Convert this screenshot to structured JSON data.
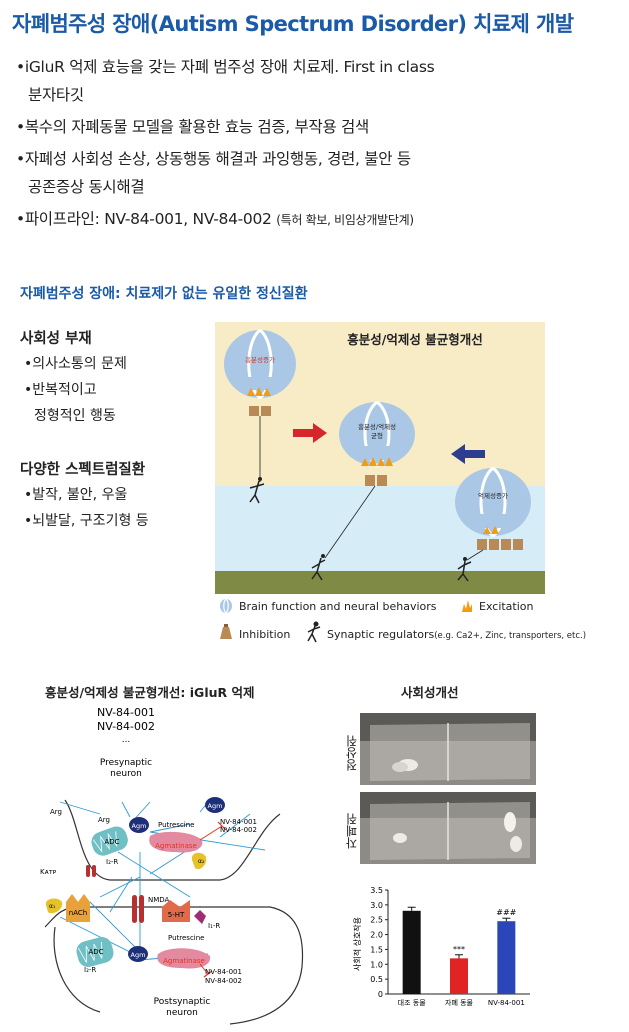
{
  "title": "자폐범주성 장애(Autism Spectrum Disorder) 치료제 개발",
  "bullets": {
    "b1_line1": "iGluR 억제 효능을 갖는 자폐 범주성 장애 치료제. First in class",
    "b1_line2": "분자타깃",
    "b2": "복수의 자폐동물 모델을 활용한 효능 검증, 부작용 검색",
    "b3_line1": "자폐성 사회성 손상, 상동행동 해결과 과잉행동, 경련, 불안 등",
    "b3_line2": "공존증상 동시해결",
    "b4_main": "파이프라인: NV-84-001, NV-84-002",
    "b4_note": "(특허 확보, 비임상개발단계)"
  },
  "section2_heading": "자폐범주성 장애: 치료제가 없는 유일한 정신질환",
  "left_list": {
    "h1": "사회성 부재",
    "h1_items": [
      "의사소통의 문제",
      "반복적이고",
      "정형적인 행동"
    ],
    "h2": "다양한 스펙트럼질환",
    "h2_items": [
      "발작, 불안, 우울",
      "뇌발달, 구조기형 등"
    ]
  },
  "balance_diagram": {
    "title": "흥분성/억제성 불균형개선",
    "balloon_left": "흥분성증가",
    "balloon_center_line1": "흥분성/억제성",
    "balloon_center_line2": "균형",
    "balloon_right": "억제성증가",
    "colors": {
      "sky_top": "#f8ecc6",
      "sky_bottom": "#d9eef7",
      "ground": "#7f8b45",
      "red_arrow": "#d7262b",
      "blue_arrow": "#2d3e8f"
    }
  },
  "legend": {
    "brain": "Brain function and neural behaviors",
    "excitation": "Excitation",
    "inhibition": "Inhibition",
    "synaptic": "Synaptic regulators",
    "synaptic_eg": "(e.g. Ca2+, Zinc, transporters, etc.)"
  },
  "iglur_section": {
    "title": "흥분성/억제성 불균형개선: iGluR 억제",
    "drugs": [
      "NV-84-001",
      "NV-84-002",
      "..."
    ],
    "presynaptic_line1": "Presynaptic",
    "presynaptic_line2": "neuron",
    "postsynaptic_line1": "Postsynaptic",
    "postsynaptic_line2": "neuron",
    "labels": {
      "arg_outer": "Arg",
      "arg_inner": "Arg",
      "adc_top": "ADC",
      "i2r_top": "I₂-R",
      "agm_top": "Agm",
      "agm_float": "Agm",
      "putrescine_top": "Putrescine",
      "agmatinase_top": "Agmatinase",
      "drug_top_1": "NV-84-001",
      "drug_top_2": "NV-84-002",
      "katp": "Kᴀᴛᴘ",
      "a2": "α₂",
      "a1": "α₁",
      "nachr": "nACh",
      "nmda": "NMDA",
      "ht": "5-HT",
      "i1r": "I₁-R",
      "putrescine_bot": "Putrescine",
      "adc_bot": "ADC",
      "i2r_bot": "I₂-R",
      "agm_bot": "Agm",
      "agmatinase_bot": "Agmatinase",
      "drug_bot_1": "NV-84-001",
      "drug_bot_2": "NV-84-002"
    }
  },
  "social_section": {
    "title": "사회성개선",
    "row1_label": "정상쥐",
    "row2_label": "자폐쥐",
    "chart_ylabel": "사회적 상호작용"
  },
  "chart_data": {
    "type": "bar",
    "categories": [
      "대조 동물",
      "자폐 동물",
      "NV-84-001"
    ],
    "values": [
      2.8,
      1.2,
      2.45
    ],
    "errors": [
      0.12,
      0.12,
      0.1
    ],
    "colors": [
      "#111111",
      "#e02424",
      "#2a46b8"
    ],
    "annotations": [
      "",
      "***",
      "###"
    ],
    "ylabel": "사회적 상호작용",
    "ylim": [
      0,
      3.5
    ],
    "yticks": [
      "0",
      "0.5",
      "1.0",
      "1.5",
      "2.0",
      "2.5",
      "3.0",
      "3.5"
    ]
  }
}
